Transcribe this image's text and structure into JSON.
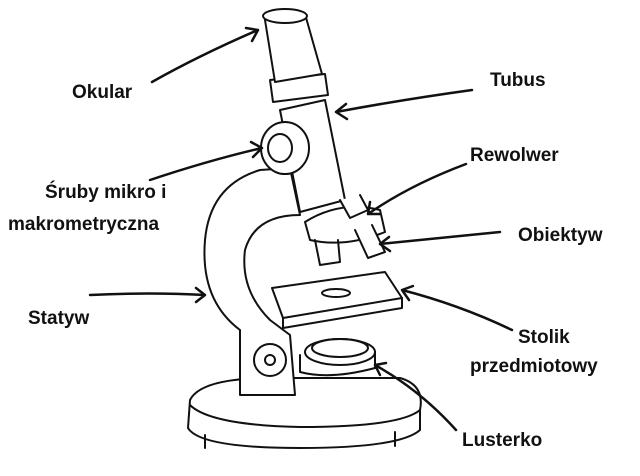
{
  "labels": {
    "okular": "Okular",
    "tubus": "Tubus",
    "rewolwer": "Rewolwer",
    "sruby_line1": "Śruby mikro i",
    "sruby_line2": "makrometryczna",
    "obiektyw": "Obiektyw",
    "statyw": "Statyw",
    "stolik_line1": "Stolik",
    "stolik_line2": "przedmiotowy",
    "lusterko": "Lusterko"
  },
  "colors": {
    "ink": "#111111",
    "background": "#ffffff"
  }
}
